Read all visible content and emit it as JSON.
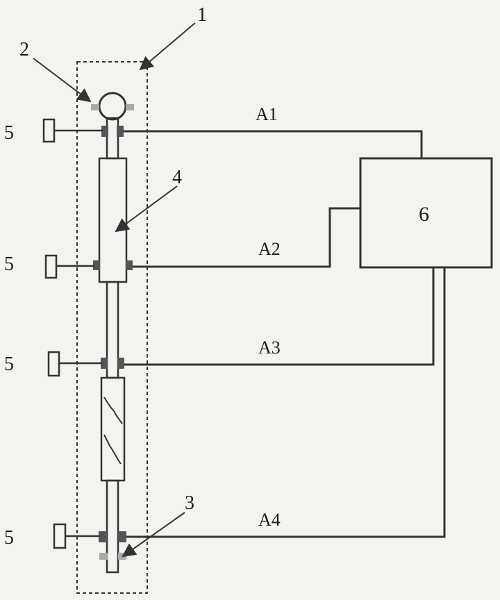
{
  "labels": {
    "assembly": "1",
    "top_connector": "2",
    "bottom_connector": "3",
    "tube": "4",
    "sensor": "5",
    "controller": "6"
  },
  "lines": {
    "a1": "A1",
    "a2": "A2",
    "a3": "A3",
    "a4": "A4"
  }
}
